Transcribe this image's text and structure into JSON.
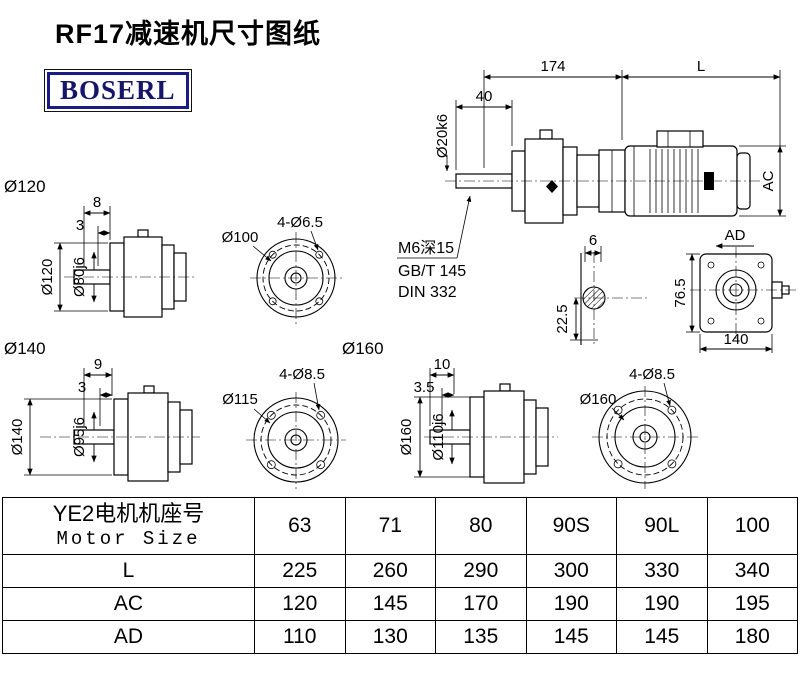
{
  "header": {
    "title": "RF17减速机尺寸图纸",
    "logo": "BOSERL"
  },
  "assembly": {
    "dim_total": "174",
    "dim_length": "L",
    "dim_40": "40",
    "dim_shaft": "Ø20k6",
    "dim_ac": "AC",
    "dim_ad": "AD",
    "note_tap": "M6深15",
    "note_gb": "GB/T 145",
    "note_din": "DIN 332"
  },
  "shaft_end": {
    "dim_key": "6",
    "dim_center": "22.5"
  },
  "top_view": {
    "dim_height": "76.5",
    "dim_width": "140"
  },
  "flange120": {
    "label": "Ø120",
    "dim_a": "8",
    "dim_b": "3",
    "dim_od": "Ø120",
    "dim_spigot": "Ø80j6",
    "front_dia": "Ø100",
    "holes": "4-Ø6.5"
  },
  "flange140": {
    "label": "Ø140",
    "dim_a": "9",
    "dim_b": "3",
    "dim_od": "Ø140",
    "dim_spigot": "Ø95j6",
    "front_dia": "Ø115",
    "holes": "4-Ø8.5"
  },
  "flange160": {
    "label": "Ø160",
    "dim_a": "10",
    "dim_b": "3.5",
    "dim_od": "Ø160",
    "dim_spigot": "Ø110j6",
    "front_dia": "Ø160",
    "holes": "4-Ø8.5"
  },
  "table": {
    "header_cn": "YE2电机机座号",
    "header_en": "Motor Size",
    "sizes": [
      "63",
      "71",
      "80",
      "90S",
      "90L",
      "100"
    ],
    "rows": [
      {
        "label": "L",
        "values": [
          "225",
          "260",
          "290",
          "300",
          "330",
          "340"
        ]
      },
      {
        "label": "AC",
        "values": [
          "120",
          "145",
          "170",
          "190",
          "190",
          "195"
        ]
      },
      {
        "label": "AD",
        "values": [
          "110",
          "130",
          "135",
          "145",
          "145",
          "180"
        ]
      }
    ]
  }
}
